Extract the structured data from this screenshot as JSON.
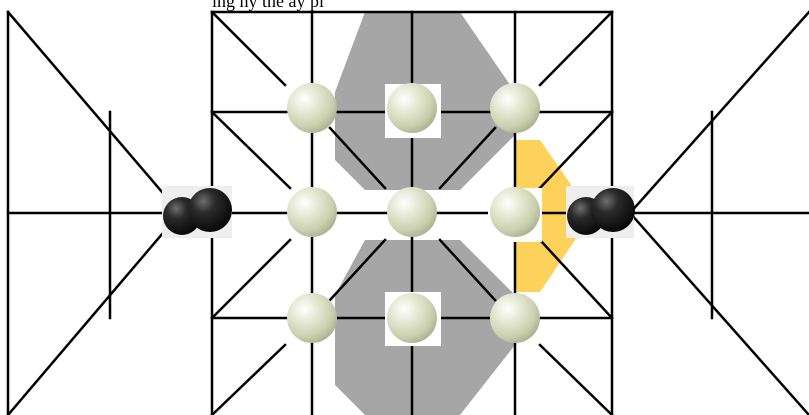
{
  "caption": "ing hy the ay pl",
  "colors": {
    "line": "#000000",
    "shaded_region": "#a6a6a6",
    "highlight_region": "#fdd25a",
    "white_piece": "#d8dcc2",
    "black_piece": "#1a1a1a"
  },
  "pieces": {
    "white_count": 9,
    "black_count": 2
  },
  "icons": {
    "white_piece": "white-pearl-stone-icon",
    "black_piece": "black-double-stone-icon"
  }
}
